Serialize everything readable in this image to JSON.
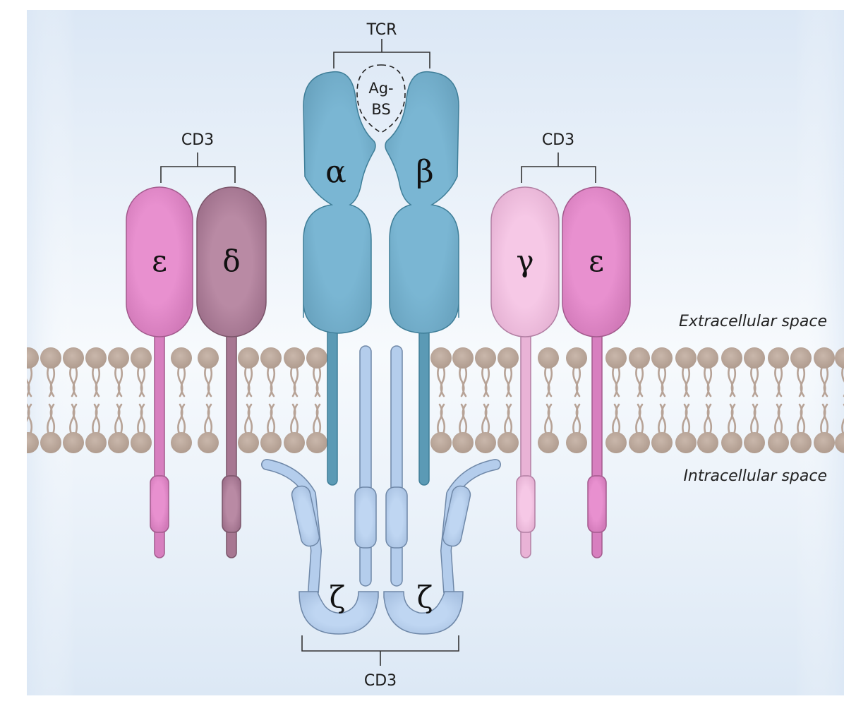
{
  "figure": {
    "title": "T-cell receptor (TCR) / CD3 complex",
    "colors": {
      "background_top": "#dce8f5",
      "background_mid": "#f6f9fd",
      "tcr": "#76b2cf",
      "tcr_stroke": "#3f7e98",
      "tcr_stem": "#5b9ab5",
      "zeta": "#b4cdec",
      "zeta_stroke": "#6f88a8",
      "epsilon": "#e38bc9",
      "epsilon_stroke": "#a35a8d",
      "delta": "#b6849f",
      "delta_stroke": "#7a5469",
      "gamma": "#f2c2e1",
      "gamma_stroke": "#b27fa3",
      "lipid": "#c0ada0",
      "bracket": "#333333"
    }
  },
  "labels": {
    "tcr_bracket": "TCR",
    "antigen_binding_site_line1": "Ag-",
    "antigen_binding_site_line2": "BS",
    "cd3_left_bracket": "CD3",
    "cd3_right_bracket": "CD3",
    "cd3_bottom_bracket": "CD3",
    "extracellular": "Extracellular space",
    "intracellular": "Intracellular space"
  },
  "chains": {
    "tcr_alpha": "α",
    "tcr_beta": "β",
    "left_epsilon": "ε",
    "left_delta": "δ",
    "right_gamma": "γ",
    "right_epsilon": "ε",
    "zeta_left": "ζ",
    "zeta_right": "ζ"
  }
}
